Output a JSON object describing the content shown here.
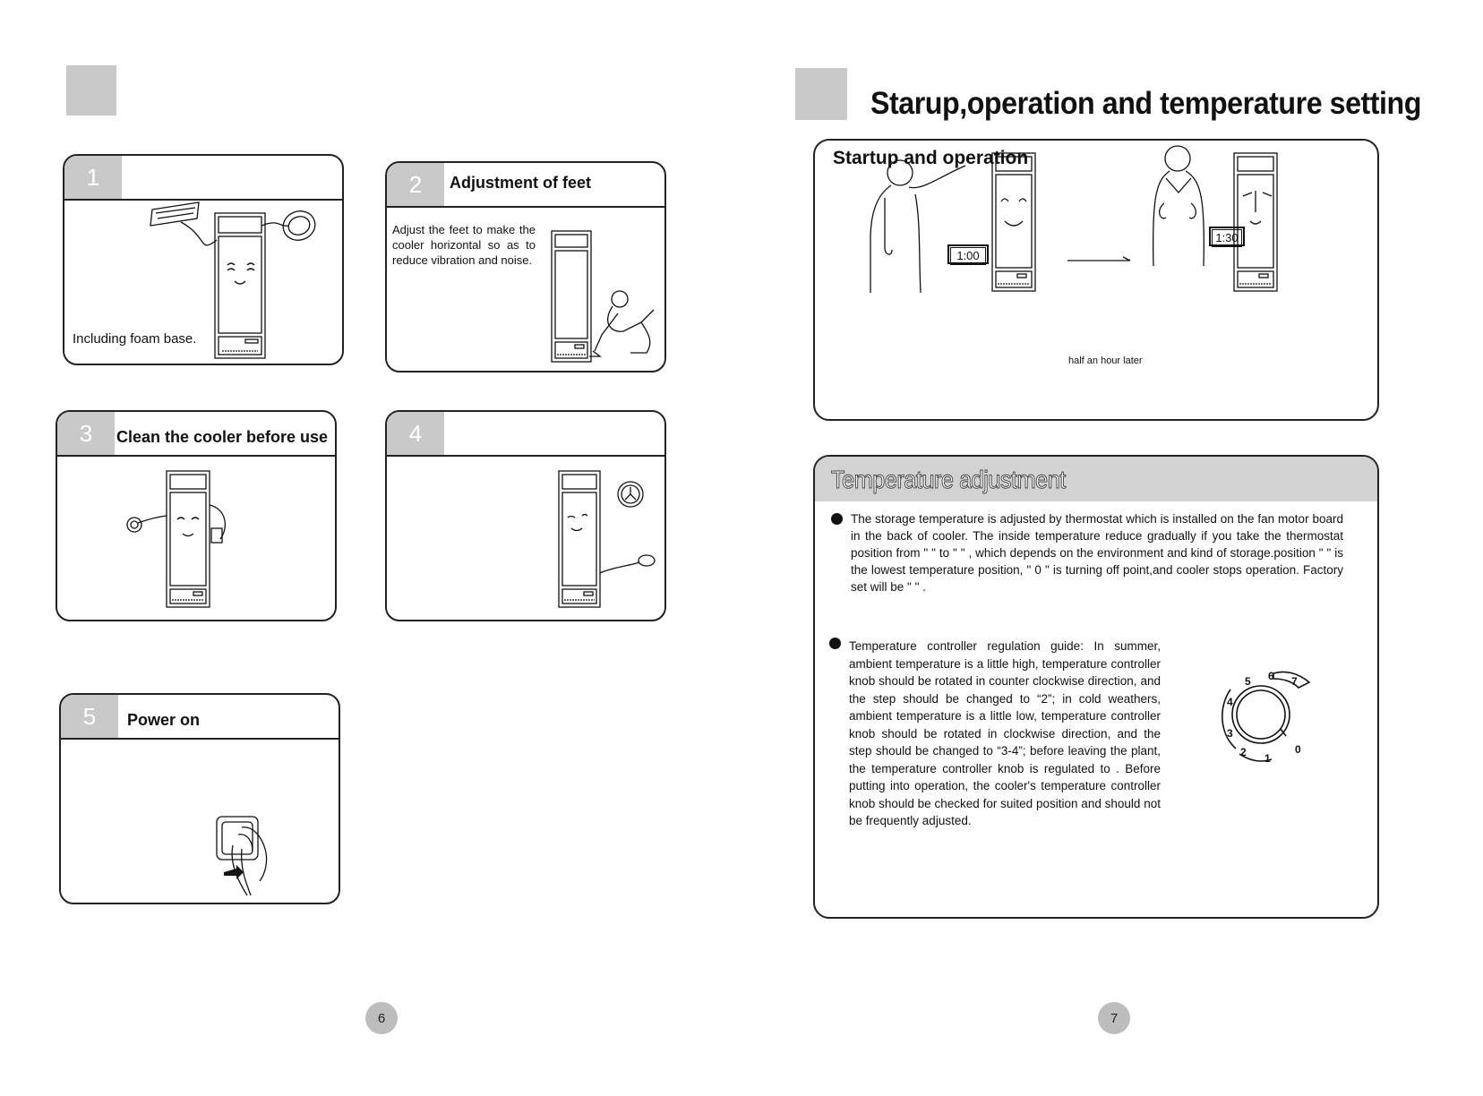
{
  "left_page": {
    "page_number": "6",
    "steps": [
      {
        "num": "1",
        "title": "",
        "caption": "Including foam base."
      },
      {
        "num": "2",
        "title": "Adjustment of feet",
        "text": "Adjust the feet to make the cooler horizontal so as to reduce vibration and noise."
      },
      {
        "num": "3",
        "title": "Clean the cooler before use"
      },
      {
        "num": "4",
        "title": ""
      },
      {
        "num": "5",
        "title": "Power on"
      }
    ]
  },
  "right_page": {
    "page_number": "7",
    "title": "Starup,operation and temperature setting",
    "startup": {
      "title": "Startup and operation",
      "clock1": "1:00",
      "clock2": "1:30",
      "arrow_label": "half an hour later"
    },
    "temperature": {
      "title": "Temperature adjustment",
      "paragraph1": "The storage temperature is adjusted by thermostat which is installed on the fan motor board in the back of cooler. The inside temperature reduce gradually if you take the thermostat position from \"    \" to \"    \" , which depends on the environment and kind of storage.position \"    \" is the lowest temperature position, \" 0 \" is turning off point,and cooler stops operation. Factory set will be \"    \" .",
      "paragraph2": "Temperature controller regulation guide: In summer, ambient temperature is a little high, temperature controller knob should be rotated in counter clockwise direction, and the step should be changed to “2”; in cold weathers, ambient temperature is a little low, temperature controller knob should be rotated in clockwise direction, and the step should be changed to “3-4”; before leaving the plant, the temperature controller knob is regulated to   . Before putting into operation, the cooler's temperature controller knob should be checked for suited position and should not be frequently adjusted.",
      "dial_labels": [
        "0",
        "1",
        "2",
        "3",
        "4",
        "5",
        "6",
        "7"
      ]
    }
  }
}
